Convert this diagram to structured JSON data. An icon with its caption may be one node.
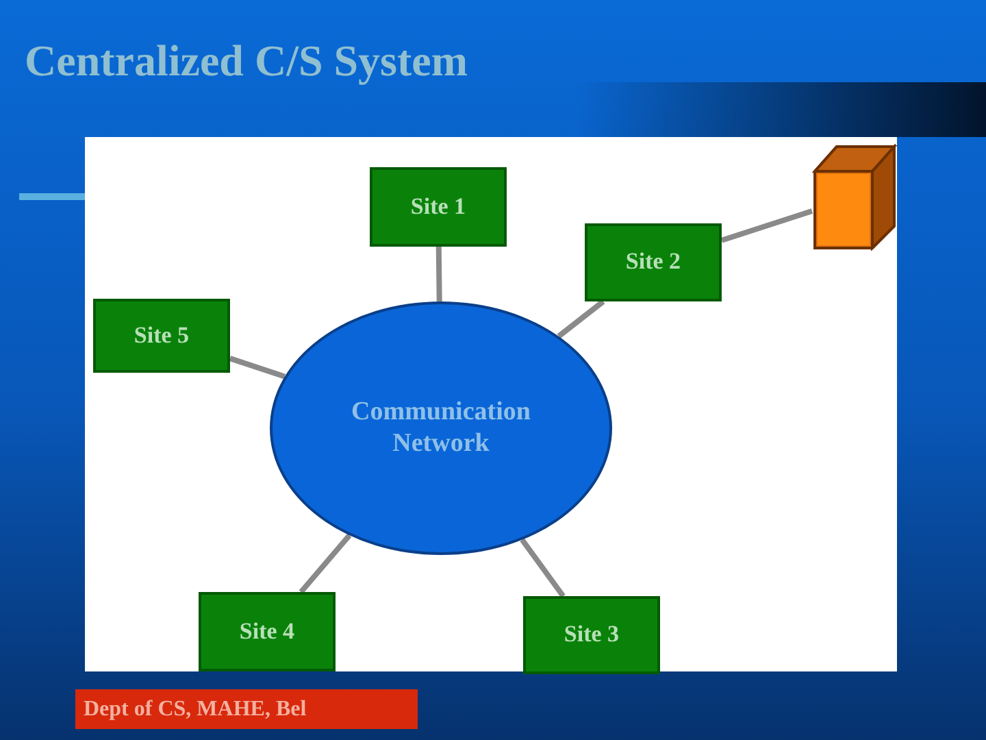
{
  "diagram": {
    "title": "Centralized C/S System",
    "nodes": [
      {
        "text": [
          "Communication Network"
        ]
      },
      {
        "text": [
          "Site 1"
        ]
      },
      {
        "text": [
          "Site 2"
        ]
      },
      {
        "text": [
          "Site 3"
        ]
      },
      {
        "text": [
          "Site 4"
        ]
      },
      {
        "text": [
          "Site 5"
        ]
      },
      {
        "text": [],
        "shape": "cube"
      }
    ],
    "edges": [
      {
        "from": 0,
        "to": 1,
        "arrow": "none"
      },
      {
        "from": 0,
        "to": 2,
        "arrow": "none"
      },
      {
        "from": 0,
        "to": 3,
        "arrow": "none"
      },
      {
        "from": 0,
        "to": 4,
        "arrow": "none"
      },
      {
        "from": 0,
        "to": 5,
        "arrow": "none"
      },
      {
        "from": 2,
        "to": 6,
        "arrow": "none"
      }
    ],
    "labels": [
      "Dept of CS, MAHE, Bel"
    ]
  }
}
